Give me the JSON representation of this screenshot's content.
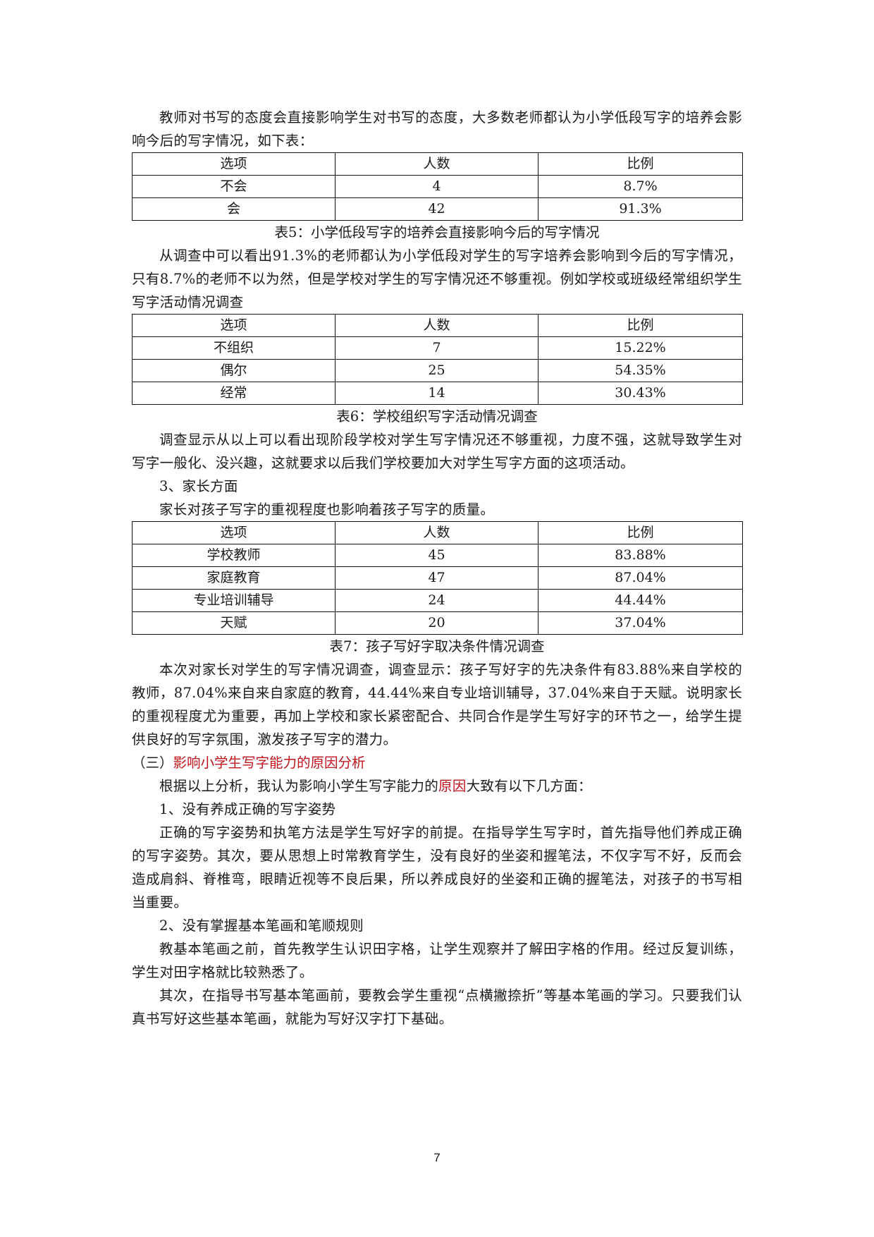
{
  "paragraphs": {
    "p1": "教师对书写的态度会直接影响学生对书写的态度，大多数老师都认为小学低段写字的培养会影响今后的写字情况，如下表：",
    "p2": "从调查中可以看出91.3%的老师都认为小学低段对学生的写字培养会影响到今后的写字情况，只有8.7%的老师不以为然，但是学校对学生的写字情况还不够重视。例如学校或班级经常组织学生写字活动情况调查",
    "p3": "调查显示从以上可以看出现阶段学校对学生写字情况还不够重视，力度不强，这就导致学生对写字一般化、没兴趣，这就要求以后我们学校要加大对学生写字方面的这项活动。",
    "h3": "3、家长方面",
    "p4": "家长对孩子写字的重视程度也影响着孩子写字的质量。",
    "p5": "本次对家长对学生的写字情况调查，调查显示：孩子写好字的先决条件有83.88%来自学校的教师，87.04%来自来自家庭的教育，44.44%来自专业培训辅导，37.04%来自于天赋。说明家长的重视程度尤为重要，再加上学校和家长紧密配合、共同合作是学生写好字的环节之一，给学生提供良好的写字氛围，激发孩子写字的潜力。",
    "p6_before": "根据以上分析，我认为影响小学生写字能力的",
    "p6_red": "原因",
    "p6_after": "大致有以下几方面：",
    "item1": "1、没有养成正确的写字姿势",
    "p7": "正确的写字姿势和执笔方法是学生写好字的前提。在指导学生写字时，首先指导他们养成正确的写字姿势。其次，要从思想上时常教育学生，没有良好的坐姿和握笔法，不仅字写不好，反而会造成肩斜、脊椎弯，眼睛近视等不良后果，所以养成良好的坐姿和正确的握笔法，对孩子的书写相当重要。",
    "item2": "2、没有掌握基本笔画和笔顺规则",
    "p8": "教基本笔画之前，首先教学生认识田字格，让学生观察并了解田字格的作用。经过反复训练，学生对田字格就比较熟悉了。",
    "p9": "其次，在指导书写基本笔画前，要教会学生重视“点横撇捺折”等基本笔画的学习。只要我们认真书写好这些基本笔画，就能为写好汉字打下基础。"
  },
  "section_heading": {
    "number": "（三）",
    "title": "影响小学生写字能力的原因分析",
    "color": "#c0141c"
  },
  "tables": {
    "t5": {
      "headers": [
        "选项",
        "人数",
        "比例"
      ],
      "rows": [
        [
          "不会",
          "4",
          "8.7%"
        ],
        [
          "会",
          "42",
          "91.3%"
        ]
      ],
      "caption": "表5：小学低段写字的培养会直接影响今后的写字情况"
    },
    "t6": {
      "headers": [
        "选项",
        "人数",
        "比例"
      ],
      "rows": [
        [
          "不组织",
          "7",
          "15.22%"
        ],
        [
          "偶尔",
          "25",
          "54.35%"
        ],
        [
          "经常",
          "14",
          "30.43%"
        ]
      ],
      "caption": "表6：学校组织写字活动情况调查"
    },
    "t7": {
      "headers": [
        "选项",
        "人数",
        "比例"
      ],
      "rows": [
        [
          "学校教师",
          "45",
          "83.88%"
        ],
        [
          "家庭教育",
          "47",
          "87.04%"
        ],
        [
          "专业培训辅导",
          "24",
          "44.44%"
        ],
        [
          "天赋",
          "20",
          "37.04%"
        ]
      ],
      "caption": "表7：孩子写好字取决条件情况调查"
    }
  },
  "page_number": "7"
}
